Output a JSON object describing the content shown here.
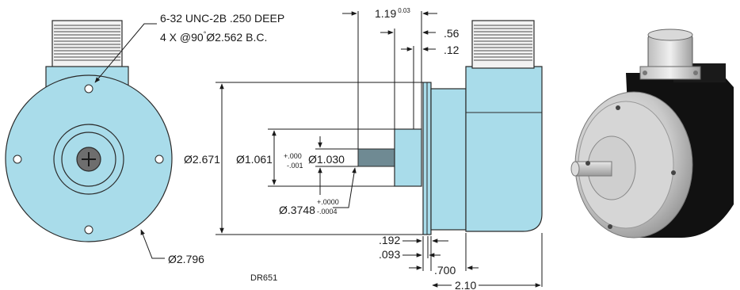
{
  "colors": {
    "housing": "#a9dcea",
    "line": "#1a1a1a",
    "connector": "#f2f2f2"
  },
  "front_view": {
    "note_line1": "6-32 UNC-2B .250 DEEP",
    "note_line2_a": "4 X @90",
    "note_line2_deg": "°",
    "note_line2_b": "Ø2.562 B.C.",
    "diameter_label": "Ø2.796"
  },
  "side_view": {
    "dim_overall_dia": "Ø2.671",
    "dim_pilot_dia": "Ø1.061",
    "dim_pilot_tol_upper": "+.000",
    "dim_pilot_tol_lower": "-.001",
    "dim_flange_dia": "Ø1.030",
    "dim_shaft_dia": "Ø.3748",
    "dim_shaft_tol_upper": "+.0000",
    "dim_shaft_tol_lower": "-.0004",
    "dim_shaft_length": "1.19",
    "dim_shaft_length_sup": "0.03",
    "dim_056": ".56",
    "dim_012": ".12",
    "dim_0192": ".192",
    "dim_0093": ".093",
    "dim_0700": ".700",
    "dim_210": "2.10",
    "drawing_number": "DR651"
  },
  "photo": {
    "icon": "encoder-photo-icon"
  }
}
